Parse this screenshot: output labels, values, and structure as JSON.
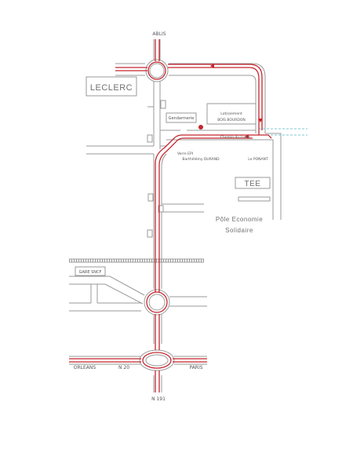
{
  "places": {
    "north_town": "ABLIS",
    "supermarket": "LECLERC",
    "gendarmerie": "Gendarmerie",
    "lotissement_line1": "Lotissement",
    "lotissement_line2": "BOIS BOURDON",
    "chemin": "Chemin du Lurris",
    "verre_line1": "Verre EPI",
    "verre_line2": "Barthélémy DURAND",
    "ponant": "Le PONANT",
    "tee": "TEE",
    "pole_line1": "Pôle Economie",
    "pole_line2": "Solidaire",
    "gare": "GARE SNCF",
    "west_town": "ORLEANS",
    "national_road": "N 20",
    "east_town": "PARIS",
    "south_road": "N 191"
  },
  "colors": {
    "route": "#c4262e",
    "road": "#9a9a9a",
    "water_dashes": "#7fc9d6",
    "destination_marker": "#c4262e"
  },
  "icons": {
    "destination": "destination-marker-icon",
    "direction": "direction-arrow-icon",
    "road_marker": "road-marker-icon"
  }
}
